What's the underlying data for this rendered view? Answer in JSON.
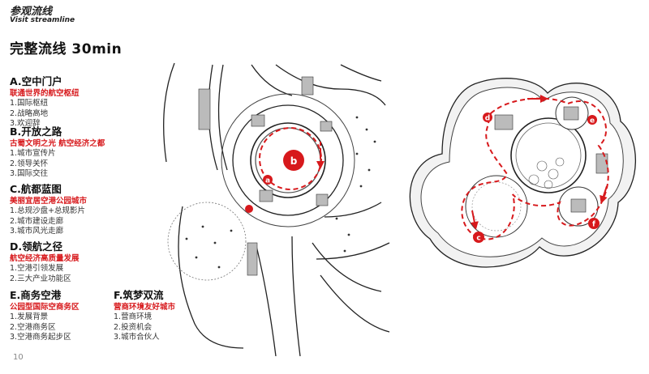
{
  "header": {
    "title_cn": "参观流线",
    "title_en": "Visit streamline"
  },
  "page_title": "完整流线 30min",
  "sections": [
    {
      "title": "A.空中门户",
      "subtitle": "联通世界的航空枢纽",
      "items": [
        "1.国际枢纽",
        "2.战略高地",
        "3.欢迎辞"
      ]
    },
    {
      "title": "B.开放之路",
      "subtitle": "古蜀文明之光 航空经济之都",
      "items": [
        "1.城市宣传片",
        "2.领导关怀",
        "3.国际交往"
      ]
    },
    {
      "title": "C.航都蓝图",
      "subtitle": "美丽宜居空港公园城市",
      "items": [
        "1.总规沙盘+总规影片",
        "2.城市建设走廊",
        "3.城市风光走廊"
      ]
    },
    {
      "title": "D.领航之径",
      "subtitle": "航空经济高质量发展",
      "items": [
        "1.空港引领发展",
        "2.三大产业功能区"
      ]
    },
    {
      "title": "E.商务空港",
      "subtitle": "公园型国际空商务区",
      "items": [
        "1.发展背景",
        "2.空港商务区",
        "3.空港商务起步区"
      ]
    },
    {
      "title": "F.筑梦双流",
      "subtitle": "营商环境友好城市",
      "items": [
        "1.营商环境",
        "2.投资机会",
        "3.城市合伙人"
      ]
    }
  ],
  "markers": [
    "a",
    "b",
    "c",
    "d",
    "e",
    "f"
  ],
  "page_number": "10",
  "colors": {
    "accent": "#d7191c",
    "line": "#222222",
    "light_line": "#9a9a9a"
  }
}
